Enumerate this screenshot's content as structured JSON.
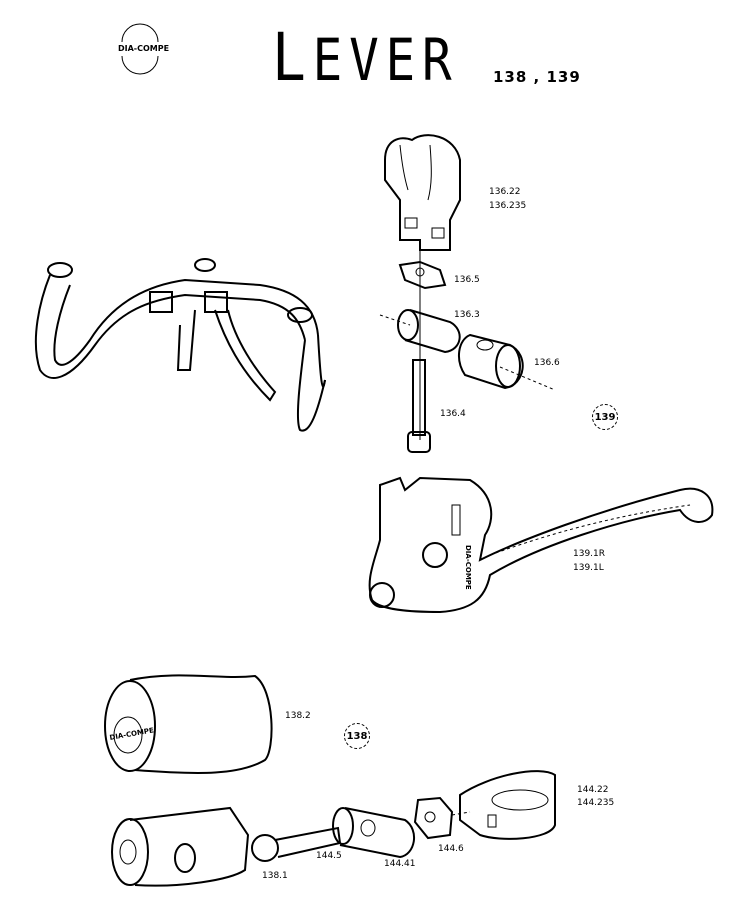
{
  "header": {
    "brand": "DIA-COMPE",
    "title_first": "L",
    "title_rest": "EVER",
    "models": "138 , 139"
  },
  "assembly_139": {
    "badge": "139",
    "labels": {
      "clamp": [
        "136.22",
        "136.235"
      ],
      "nut": "136.5",
      "barrel": "136.3",
      "sleeve": "136.6",
      "bolt": "136.4",
      "lever": [
        "139.1R",
        "139.1L"
      ]
    },
    "body_marking": "DIA-COMPE"
  },
  "assembly_138": {
    "badge": "138",
    "labels": {
      "hood": "138.2",
      "body": "138.1",
      "bolt": "144.5",
      "barrel": "144.41",
      "nut": "144.6",
      "clamp": [
        "144.22",
        "144.235"
      ]
    },
    "hood_marking": "DIA-COMPE"
  }
}
